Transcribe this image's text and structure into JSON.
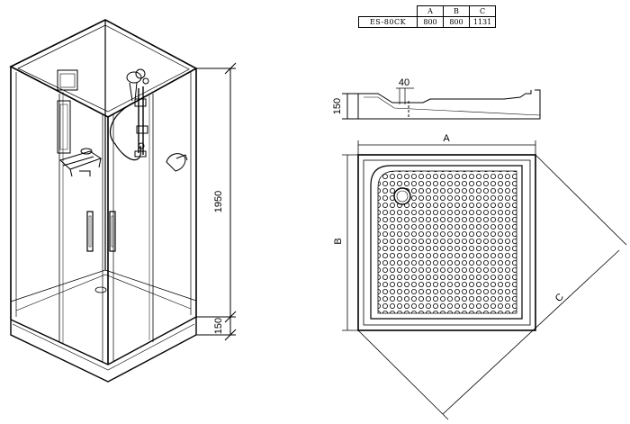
{
  "spec_table": {
    "headers": [
      "A",
      "B",
      "C"
    ],
    "rows": [
      {
        "model": "ES-80CK",
        "values": [
          "800",
          "800",
          "1131"
        ]
      }
    ]
  },
  "dimensions": {
    "cabin_height": "1950",
    "base_height_side": "150",
    "tray_height": "150",
    "tray_depth": "40",
    "width_label": "A",
    "depth_label": "B",
    "diagonal_label": "C"
  }
}
